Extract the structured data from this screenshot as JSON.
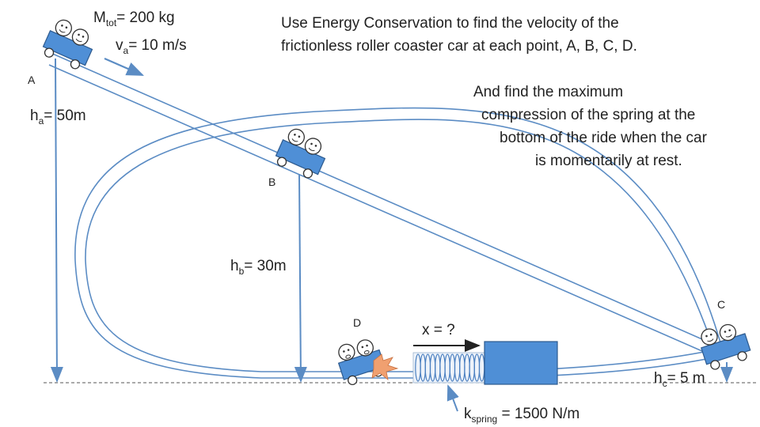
{
  "problem": {
    "line1": "Use Energy Conservation to find the velocity of the",
    "line2": "frictionless roller coaster car at each point, A, B, C, D.",
    "task_line1": "And find the maximum",
    "task_line2": "compression of the spring at the",
    "task_line3": "bottom of the ride when the car",
    "task_line4": "is momentarily at rest."
  },
  "given": {
    "mass_symbol": "M",
    "mass_sub": "tot",
    "mass_value": "= 200 kg",
    "va_symbol": "v",
    "va_sub": "a",
    "va_value": "= 10 m/s"
  },
  "points": {
    "a": "A",
    "b": "B",
    "c": "C",
    "d": "D"
  },
  "heights": {
    "ha_symbol": "h",
    "ha_sub": "a",
    "ha_value": "= 50m",
    "hb_symbol": "h",
    "hb_sub": "b",
    "hb_value": "= 30m",
    "hc_symbol": "h",
    "hc_sub": "c",
    "hc_value": "= 5 m"
  },
  "spring": {
    "x_label": "x = ?",
    "k_symbol": "k",
    "k_sub": "spring",
    "k_value": "= 1500 N/m"
  },
  "colors": {
    "track": "#5b8cc4",
    "car": "#4f8fd6",
    "block": "#4f8fd6",
    "arrow": "#4a7fc0",
    "impact": "#f0a070"
  }
}
